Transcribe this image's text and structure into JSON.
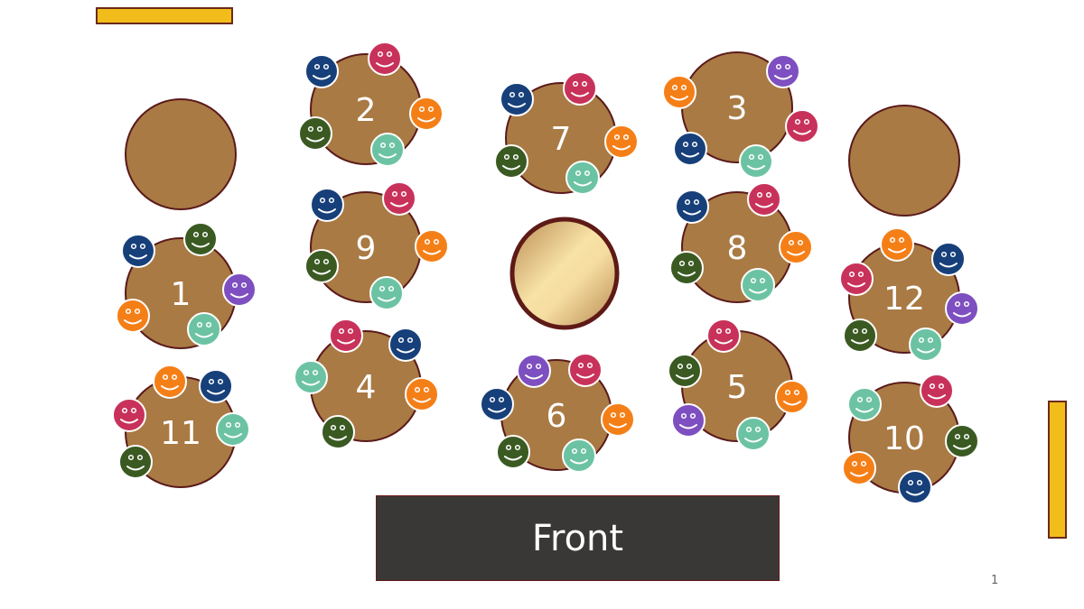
{
  "colors": {
    "table": "#a97a44",
    "table_stroke": "#5a1a1a",
    "blue": "#17407a",
    "pink": "#c8325a",
    "orange": "#f57f17",
    "green": "#3a5a22",
    "teal": "#6cc3a3",
    "purple": "#7e4fc0"
  },
  "front_label": "Front",
  "page_number": "1",
  "tables": [
    {
      "label": "1",
      "seats": [
        "blue",
        "green",
        "purple",
        "orange",
        "teal"
      ]
    },
    {
      "label": "2",
      "seats": [
        "blue",
        "pink",
        "orange",
        "green",
        "teal"
      ]
    },
    {
      "label": "7",
      "seats": [
        "blue",
        "pink",
        "orange",
        "green",
        "teal"
      ]
    },
    {
      "label": "3",
      "seats": [
        "orange",
        "purple",
        "pink",
        "blue",
        "teal"
      ]
    },
    {
      "label": "9",
      "seats": [
        "blue",
        "pink",
        "orange",
        "green",
        "teal"
      ]
    },
    {
      "label": "8",
      "seats": [
        "blue",
        "pink",
        "orange",
        "green",
        "teal"
      ]
    },
    {
      "label": "12",
      "seats": [
        "orange",
        "blue",
        "pink",
        "purple",
        "green",
        "teal"
      ]
    },
    {
      "label": "4",
      "seats": [
        "pink",
        "blue",
        "teal",
        "orange",
        "green"
      ]
    },
    {
      "label": "6",
      "seats": [
        "purple",
        "pink",
        "blue",
        "orange",
        "green",
        "teal"
      ]
    },
    {
      "label": "5",
      "seats": [
        "pink",
        "green",
        "orange",
        "purple",
        "teal"
      ]
    },
    {
      "label": "11",
      "seats": [
        "orange",
        "blue",
        "pink",
        "teal",
        "green"
      ]
    },
    {
      "label": "10",
      "seats": [
        "teal",
        "pink",
        "green",
        "orange",
        "blue"
      ]
    },
    {
      "label": "",
      "seats": []
    },
    {
      "label": "",
      "seats": []
    }
  ]
}
